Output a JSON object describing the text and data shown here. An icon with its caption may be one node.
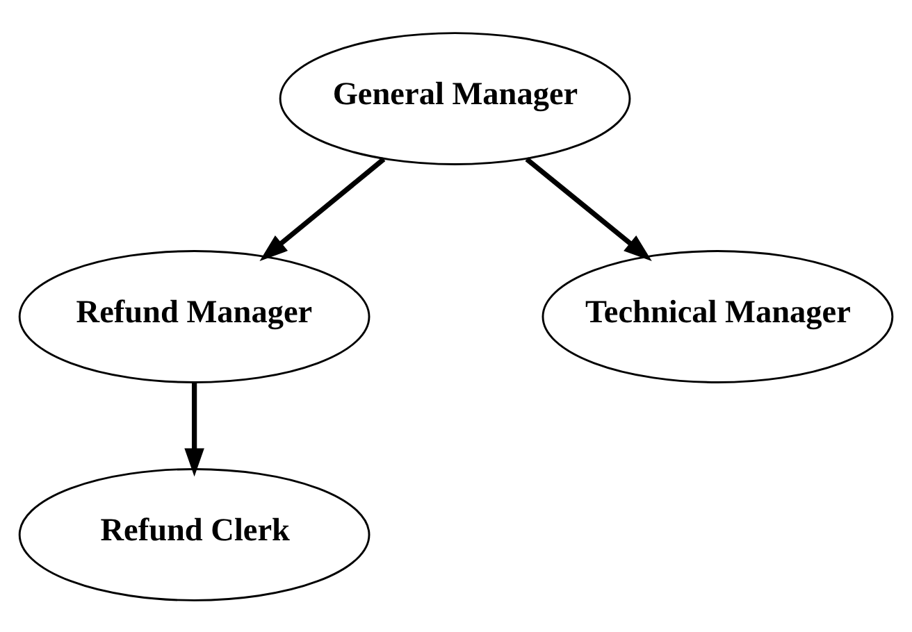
{
  "diagram": {
    "nodes": [
      {
        "text": [
          "General Manager"
        ]
      },
      {
        "text": [
          "Refund Manager"
        ]
      },
      {
        "text": [
          "Technical Manager"
        ]
      },
      {
        "text": [
          "Refund Clerk"
        ]
      }
    ],
    "edges": [
      {
        "from": 0,
        "to": 1,
        "arrow": "to"
      },
      {
        "from": 0,
        "to": 2,
        "arrow": "to"
      },
      {
        "from": 1,
        "to": 3,
        "arrow": "to"
      }
    ]
  }
}
